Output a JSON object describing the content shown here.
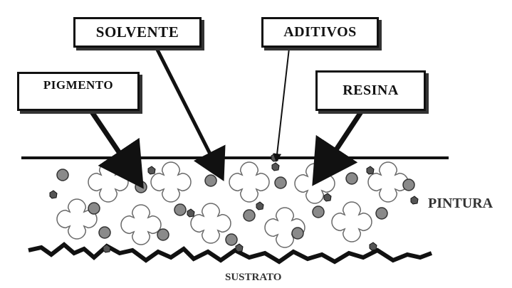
{
  "labels": {
    "solvente": "SOLVENTE",
    "aditivos": "ADITIVOS",
    "pigmento": "PIGMENTO",
    "resina": "RESINA",
    "pintura": "PINTURA",
    "sustrato": "SUSTRATO"
  },
  "colors": {
    "line": "#111111",
    "pigment_fill": "#8a8a8a",
    "resin_stroke": "#6a6a6a"
  }
}
